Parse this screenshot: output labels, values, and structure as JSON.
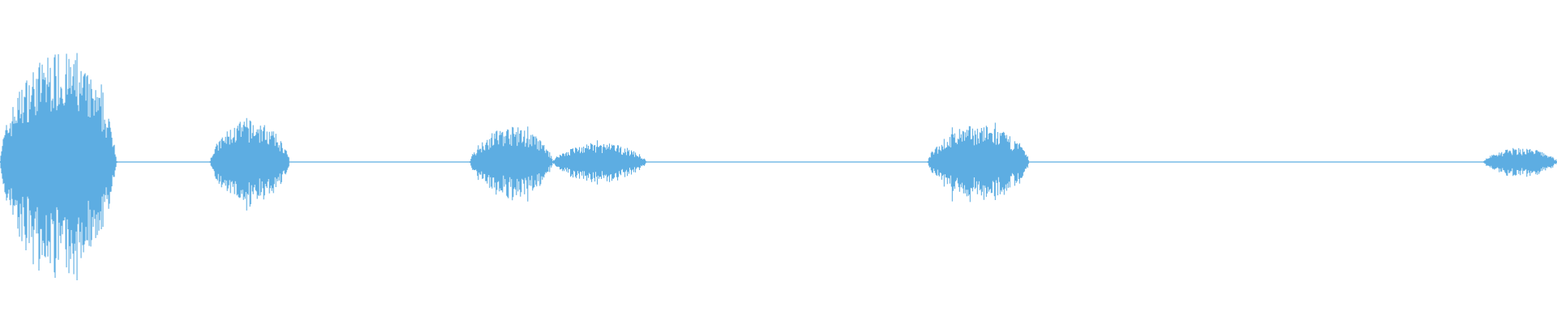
{
  "waveform": {
    "color": "#5dade2",
    "segments": [
      {
        "start": 0.0,
        "end": 0.075,
        "amplitude": 0.68
      },
      {
        "start": 0.135,
        "end": 0.186,
        "amplitude": 0.26
      },
      {
        "start": 0.302,
        "end": 0.355,
        "amplitude": 0.22
      },
      {
        "start": 0.355,
        "end": 0.415,
        "amplitude": 0.12
      },
      {
        "start": 0.596,
        "end": 0.661,
        "amplitude": 0.23
      },
      {
        "start": 0.953,
        "end": 1.0,
        "amplitude": 0.09
      }
    ]
  }
}
